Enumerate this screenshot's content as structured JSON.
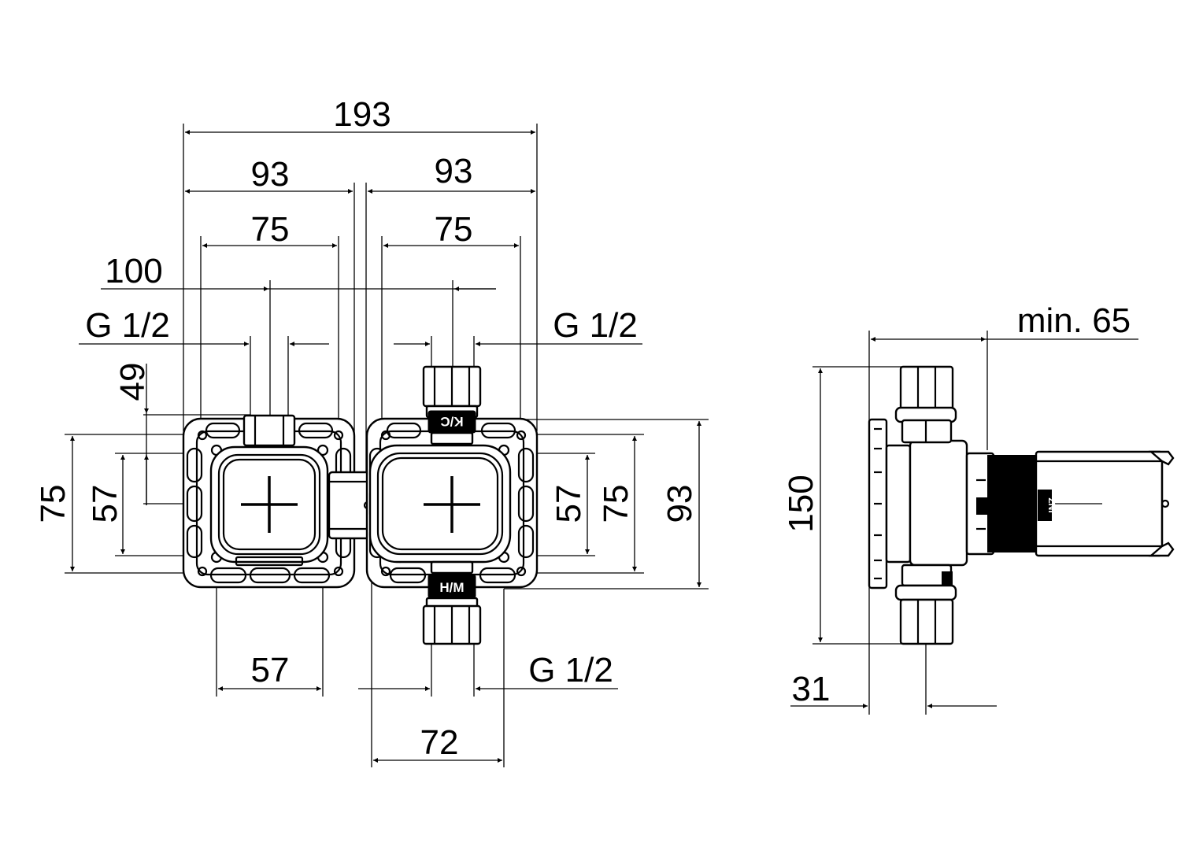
{
  "front_view": {
    "dims": {
      "overall_width": "193",
      "left_half": "93",
      "right_half": "93",
      "left_inner": "75",
      "right_inner": "75",
      "center_distance": "100",
      "left_thread": "G 1/2",
      "right_thread": "G 1/2",
      "bottom_thread": "G 1/2",
      "offset_49": "49",
      "left_outer_height": "75",
      "left_inner_height": "57",
      "right_inner_height": "57",
      "right_outer_height": "75",
      "overall_height": "93",
      "bottom_left_57": "57",
      "bottom_72": "72"
    },
    "labels": {
      "cold": "K/C",
      "hot": "H/M"
    }
  },
  "side_view": {
    "dims": {
      "min_depth": "min. 65",
      "height": "150",
      "offset_31": "31"
    },
    "labels": {
      "stamp": "ZNI"
    }
  }
}
